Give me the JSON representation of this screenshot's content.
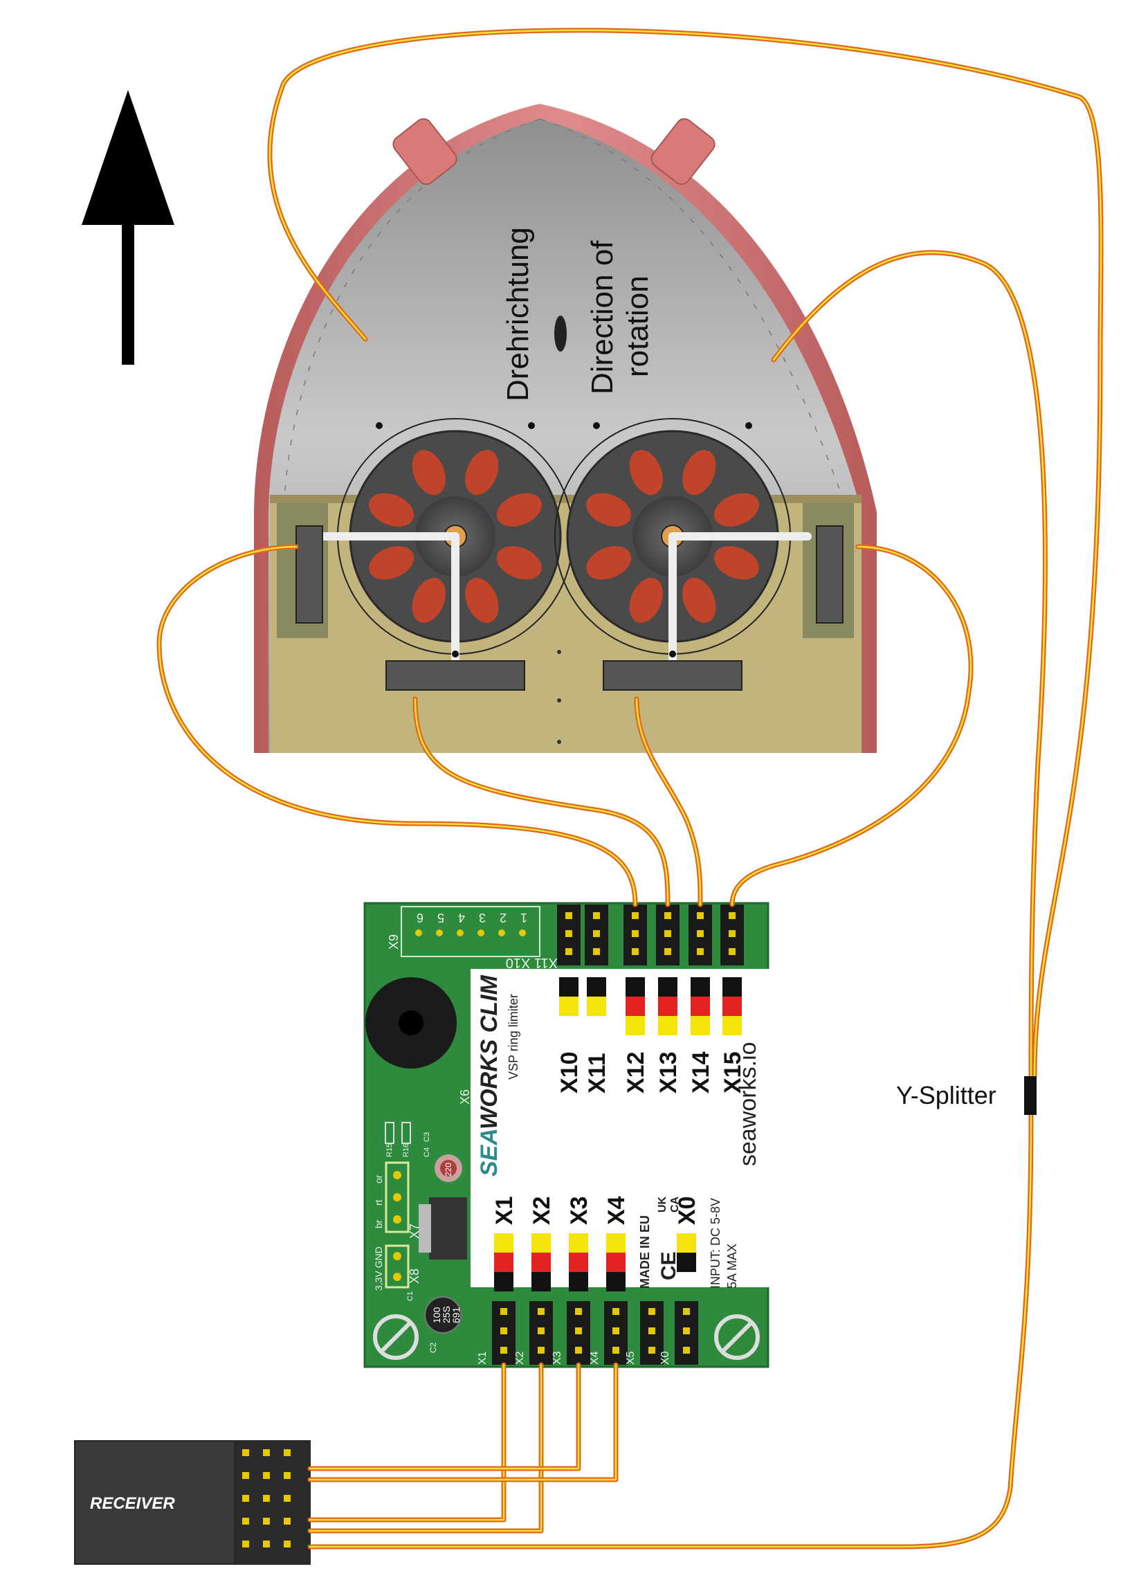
{
  "labels": {
    "direction_de": "Drehrichtung",
    "direction_en_1": "Direction of",
    "direction_en_2": "rotation",
    "y_splitter": "Y-Splitter",
    "receiver": "RECEIVER"
  },
  "board": {
    "brand_sea": "SEA",
    "brand_rest": "WORKS CLIM",
    "subtitle": "VSP ring limiter",
    "website": "seaworks.io",
    "made_in": "MADE IN EU",
    "input_1": "INPUT: DC 5-8V",
    "input_2": "5A MAX",
    "ce_mark": "CE",
    "ukca_1": "UK",
    "ukca_2": "CA",
    "header_x9": "X9",
    "x9_pins": [
      "6",
      "5",
      "4",
      "3",
      "2",
      "1"
    ],
    "label_x10_x11": "X11 X10",
    "label_x7": "X7",
    "label_x8": "X8",
    "label_x6": "X6",
    "x7_pins": [
      "br",
      "rt",
      "or"
    ],
    "x8_pins": "3,3V GND",
    "cap_c2_1": "100",
    "cap_c2_2": "25S",
    "cap_c2_3": "691",
    "cap_c2_label": "C2",
    "cap_small": "220",
    "components": [
      "R15",
      "R16",
      "C3",
      "C4",
      "C1"
    ],
    "top_ports": [
      "X10",
      "X11",
      "X12",
      "X13",
      "X14",
      "X15"
    ],
    "bottom_ports": [
      "X1",
      "X2",
      "X3",
      "X4",
      "X0"
    ],
    "edge_ports": [
      "X1",
      "X2",
      "X3",
      "X4",
      "X5",
      "X0"
    ]
  },
  "colors": {
    "cable_outer": "#e0681a",
    "cable_inner": "#f4e23a",
    "hull_red": "#d46e6e",
    "deck_gray": "#b9b9b9",
    "board_green": "#2e8b3d",
    "motor_red": "#c0442a",
    "brand_teal": "#2c8c8c"
  }
}
